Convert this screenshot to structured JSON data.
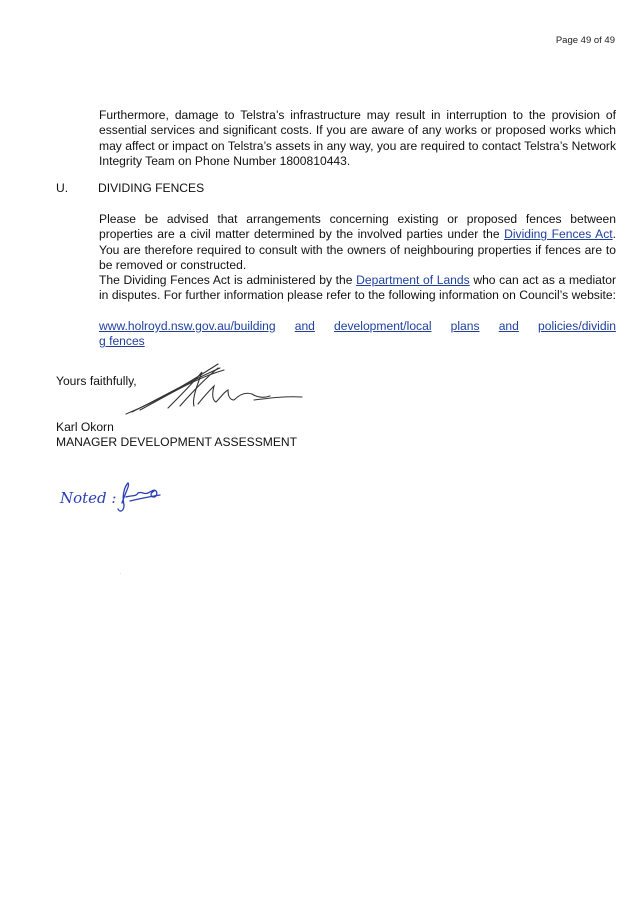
{
  "page_number": "Page 49 of 49",
  "telstra_paragraph": "Furthermore, damage to Telstra’s infrastructure may result in interruption to the provision of essential services and significant costs. If you are aware of any works or proposed works which may affect or impact on Telstra’s assets in any way, you are required to contact Telstra’s Network Integrity Team on Phone Number 1800810443.",
  "section_u": {
    "letter": "U.",
    "heading": "DIVIDING FENCES",
    "para1_before": "Please be advised that arrangements concerning existing or proposed fences between properties are a civil matter determined by the involved parties under the ",
    "para1_link": "Dividing Fences Act",
    "para1_after": ". You are therefore required to consult with the owners of neighbouring properties if fences are to be removed or constructed.",
    "para2_before": "The Dividing Fences Act is administered by the ",
    "para2_link": "Department of Lands",
    "para2_after": " who can act as a mediator in disputes. For further information please refer to the following information on Council’s website:",
    "url_parts": [
      "www.holroyd.nsw.gov.au/building",
      "and",
      "development/local",
      "plans",
      "and",
      "policies/dividin"
    ],
    "url_tail": "g fences"
  },
  "closing": {
    "salutation": "Yours faithfully,",
    "name": "Karl Okorn",
    "title": "MANAGER DEVELOPMENT ASSESSMENT"
  },
  "handwritten_note": "Noted :"
}
